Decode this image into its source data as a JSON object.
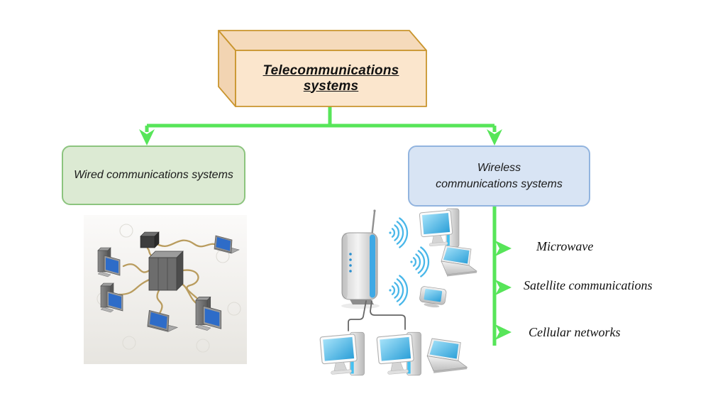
{
  "root": {
    "label": "Telecommunications systems"
  },
  "branches": {
    "wired": {
      "label": "Wired communications systems"
    },
    "wireless": {
      "label": "Wireless\ncommunications systems"
    }
  },
  "wireless_types": [
    {
      "label": "Microwave"
    },
    {
      "label": "Satellite communications"
    },
    {
      "label": "Cellular networks"
    }
  ],
  "icons": [
    "wired-network-photo",
    "server-icon",
    "desktop-computer-icon",
    "laptop-icon",
    "router-icon",
    "wifi-waves-icon",
    "handheld-device-icon"
  ],
  "colors": {
    "connector_green": "#57e559",
    "root_box_front": "#fbe6cd",
    "root_box_side": "#f3d7b6",
    "root_box_border": "#c9952e",
    "wired_box_fill": "#dcead3",
    "wired_box_border": "#8cc47e",
    "wireless_box_fill": "#d8e4f4",
    "wireless_box_border": "#92b4df",
    "wifi_blue": "#49b7e9",
    "cable_tan": "#b99c5e",
    "text": "#1b1b1b"
  }
}
